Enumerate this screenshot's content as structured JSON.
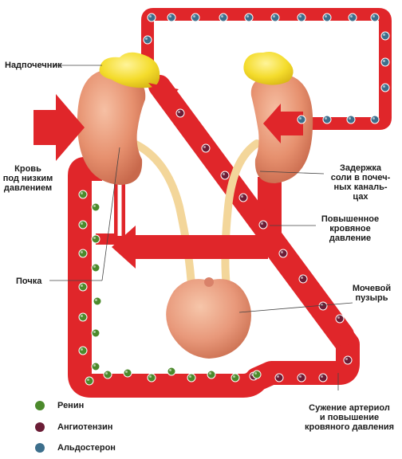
{
  "labels": {
    "adrenal": "Надпочечник",
    "blood_low_1": "Кровь",
    "blood_low_2": "под низким",
    "blood_low_3": "давлением",
    "kidney": "Почка",
    "salt_1": "Задержка",
    "salt_2": "соли в почеч-",
    "salt_3": "ных каналь-",
    "salt_4": "цах",
    "pressure_1": "Повышенное",
    "pressure_2": "кровяное",
    "pressure_3": "давление",
    "bladder_1": "Мочевой",
    "bladder_2": "пузырь",
    "constrict_1": "Сужение артериол",
    "constrict_2": "и повышение",
    "constrict_3": "кровяного давления"
  },
  "legend": [
    {
      "label": "Ренин",
      "color": "#4c8a2c"
    },
    {
      "label": "Ангиотензин",
      "color": "#6b1d36"
    },
    {
      "label": "Альдостерон",
      "color": "#3d6f8c"
    }
  ],
  "colors": {
    "vessel": "#e0262a",
    "vessel_dark": "#a81418",
    "kidney": "#e89272",
    "adrenal": "#f3de2a",
    "ureter": "#f3d69a",
    "renin": "#4c8a2c",
    "angiotensin": "#6b1d36",
    "aldosterone": "#3d6f8c"
  }
}
